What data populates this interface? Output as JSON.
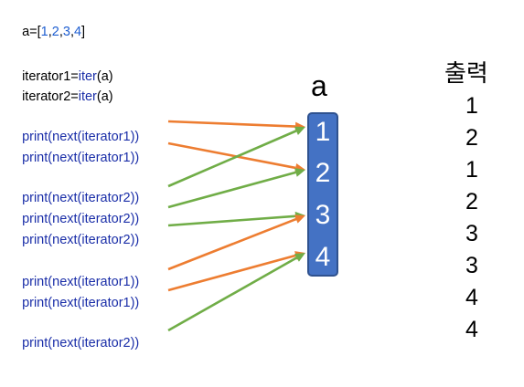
{
  "code": {
    "assign_a": {
      "lhs": "a=",
      "open": "[",
      "items": [
        "1",
        "2",
        "3",
        "4"
      ],
      "close": "]"
    },
    "iterators": [
      {
        "lhs": "iterator1=",
        "fn": "iter",
        "arg": "(a)"
      },
      {
        "lhs": "iterator2=",
        "fn": "iter",
        "arg": "(a)"
      }
    ],
    "prints": [
      {
        "fn": "print",
        "inner_fn": "next",
        "arg": "iterator1"
      },
      {
        "fn": "print",
        "inner_fn": "next",
        "arg": "iterator1"
      },
      {
        "fn": "print",
        "inner_fn": "next",
        "arg": "iterator2"
      },
      {
        "fn": "print",
        "inner_fn": "next",
        "arg": "iterator2"
      },
      {
        "fn": "print",
        "inner_fn": "next",
        "arg": "iterator2"
      },
      {
        "fn": "print",
        "inner_fn": "next",
        "arg": "iterator1"
      },
      {
        "fn": "print",
        "inner_fn": "next",
        "arg": "iterator1"
      },
      {
        "fn": "print",
        "inner_fn": "next",
        "arg": "iterator2"
      }
    ]
  },
  "array": {
    "name": "a",
    "cells": [
      "1",
      "2",
      "3",
      "4"
    ]
  },
  "output": {
    "title": "출력",
    "values": [
      "1",
      "2",
      "1",
      "2",
      "3",
      "3",
      "4",
      "4"
    ]
  },
  "arrows": [
    {
      "from_print": 0,
      "to_cell": 0,
      "color": "#ed7d31"
    },
    {
      "from_print": 1,
      "to_cell": 1,
      "color": "#ed7d31"
    },
    {
      "from_print": 2,
      "to_cell": 0,
      "color": "#70ad47"
    },
    {
      "from_print": 3,
      "to_cell": 1,
      "color": "#70ad47"
    },
    {
      "from_print": 4,
      "to_cell": 2,
      "color": "#70ad47"
    },
    {
      "from_print": 5,
      "to_cell": 2,
      "color": "#ed7d31"
    },
    {
      "from_print": 6,
      "to_cell": 3,
      "color": "#ed7d31"
    },
    {
      "from_print": 7,
      "to_cell": 3,
      "color": "#70ad47"
    }
  ],
  "colors": {
    "iterator1_arrow": "#ed7d31",
    "iterator2_arrow": "#70ad47",
    "array_fill": "#4472c4"
  }
}
